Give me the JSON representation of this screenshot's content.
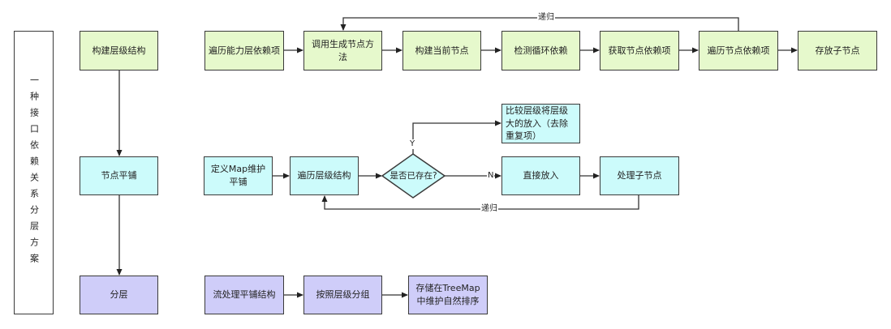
{
  "title": "一种接口依赖关系分层方案",
  "phases": [
    {
      "id": "phase-build",
      "label": "构建层级结构",
      "color": "#e6f9cc"
    },
    {
      "id": "phase-flatten",
      "label": "节点平铺",
      "color": "#ccfbfb"
    },
    {
      "id": "phase-layer",
      "label": "分层",
      "color": "#cfcdf9"
    }
  ],
  "row_build": {
    "steps": [
      "遍历能力层依赖项",
      "调用生成节点方法",
      "构建当前节点",
      "检测循环依赖",
      "获取节点依赖项",
      "遍历节点依赖项",
      "存放子节点"
    ],
    "loop_label": "递归"
  },
  "row_flatten": {
    "steps": [
      "定义Map维护平铺",
      "遍历层级结构"
    ],
    "decision": "是否已存在?",
    "yes_label": "Y",
    "no_label": "N",
    "yes_target": "比较层级将层级大的放入（去除重复项）",
    "no_steps": [
      "直接放入",
      "处理子节点"
    ],
    "loop_label": "递归"
  },
  "row_layer": {
    "steps": [
      "流处理平铺结构",
      "按照层级分组",
      "存储在TreeMap中维护自然排序"
    ]
  },
  "colors": {
    "stroke": "#3a3a3a",
    "build": "#e6f9cc",
    "flatten": "#ccfbfb",
    "layer": "#cfcdf9"
  }
}
